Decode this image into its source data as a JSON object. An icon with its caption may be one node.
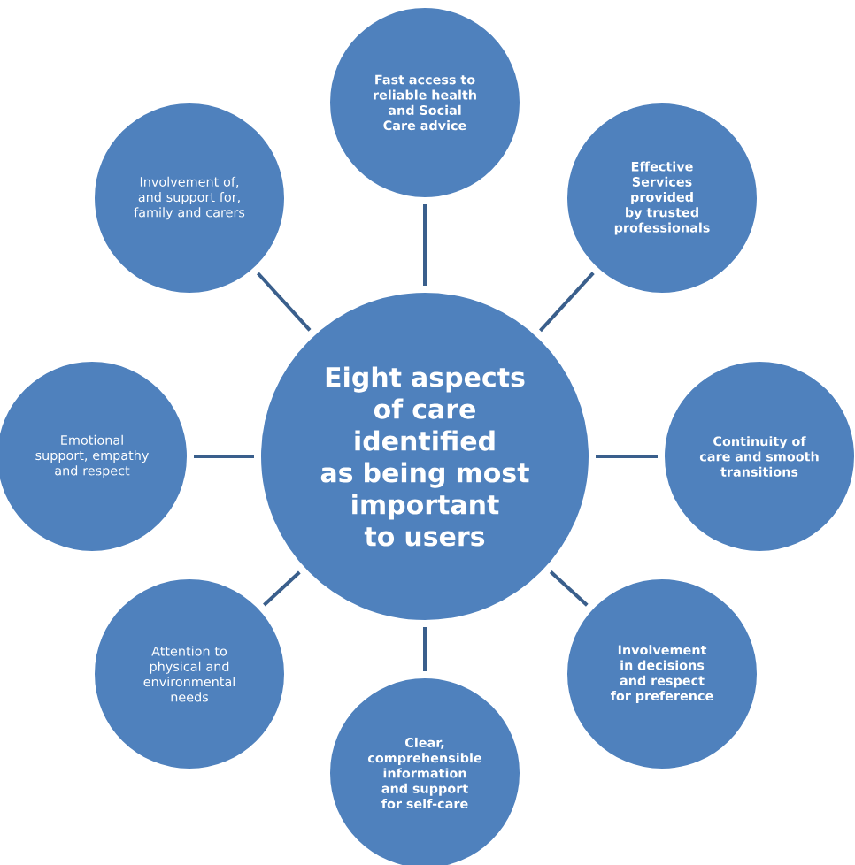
{
  "diagram": {
    "nodes": [
      {
        "text": [
          "Eight aspects of care identified as being most important to users"
        ]
      },
      {
        "text": [
          "Fast access to reliable health and Social Care advice"
        ]
      },
      {
        "text": [
          "Effective Services provided by trusted professionals"
        ]
      },
      {
        "text": [
          "Continuity of care and smooth transitions"
        ]
      },
      {
        "text": [
          "Involvement in decisions and respect for preference"
        ]
      },
      {
        "text": [
          "Clear, comprehensible information and support for self-care"
        ]
      },
      {
        "text": [
          "Attention to physical and environmental needs"
        ]
      },
      {
        "text": [
          "Emotional support, empathy and respect"
        ]
      },
      {
        "text": [
          "Involvement of, and support for, family and carers"
        ]
      }
    ],
    "edges": [
      {
        "from": 0,
        "to": 1,
        "arrow": "none"
      },
      {
        "from": 0,
        "to": 2,
        "arrow": "none"
      },
      {
        "from": 0,
        "to": 3,
        "arrow": "none"
      },
      {
        "from": 0,
        "to": 4,
        "arrow": "none"
      },
      {
        "from": 0,
        "to": 5,
        "arrow": "none"
      },
      {
        "from": 0,
        "to": 6,
        "arrow": "none"
      },
      {
        "from": 0,
        "to": 7,
        "arrow": "none"
      },
      {
        "from": 0,
        "to": 8,
        "arrow": "none"
      }
    ]
  }
}
